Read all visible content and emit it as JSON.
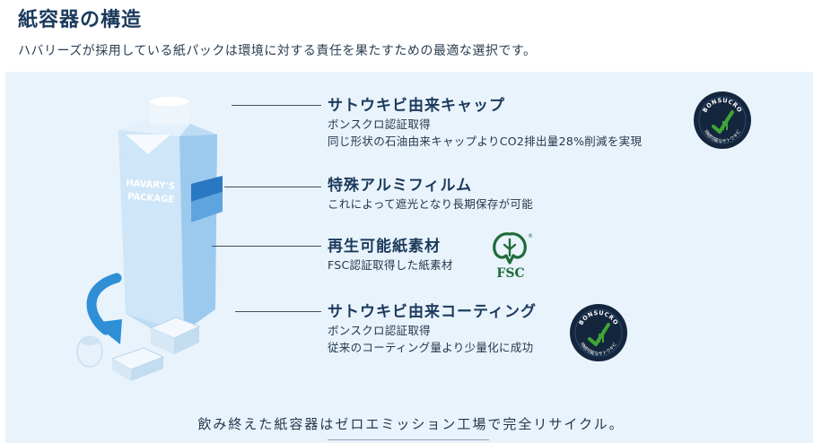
{
  "header": {
    "title": "紙容器の構造",
    "lead": "ハバリーズが採用している紙パックは環境に対する責任を果たすための最適な選択です。"
  },
  "carton": {
    "label_line1": "HAVARY'S",
    "label_line2": "PACKAGE"
  },
  "features": [
    {
      "title": "サトウキビ由来キャップ",
      "lines": [
        "ボンスクロ認証取得",
        "同じ形状の石油由来キャップよりCO2排出量28%削減を実現"
      ],
      "badge": "bonsucro"
    },
    {
      "title": "特殊アルミフィルム",
      "lines": [
        "これによって遮光となり長期保存が可能"
      ],
      "badge": ""
    },
    {
      "title": "再生可能紙素材",
      "lines": [
        "FSC認証取得した紙素材"
      ],
      "badge": "fsc"
    },
    {
      "title": "サトウキビ由来コーティング",
      "lines": [
        "ボンスクロ認証取得",
        "従来のコーティング量より少量化に成功"
      ],
      "badge": "bonsucro"
    }
  ],
  "badges": {
    "bonsucro_top": "BONSUCRO",
    "bonsucro_bottom": "持続可能なサトウキビ",
    "fsc_text": "FSC",
    "fsc_mark": "®"
  },
  "footer": {
    "note": "飲み終えた紙容器はゼロエミッション工場で完全リサイクル。"
  },
  "colors": {
    "panel_bg": "#e9f3fb",
    "title": "#1b3a5c",
    "bonsucro_bg": "#14263d",
    "bonsucro_green": "#3fa535",
    "fsc_green": "#1e6b3a",
    "arrow_blue": "#2e8fd6"
  }
}
